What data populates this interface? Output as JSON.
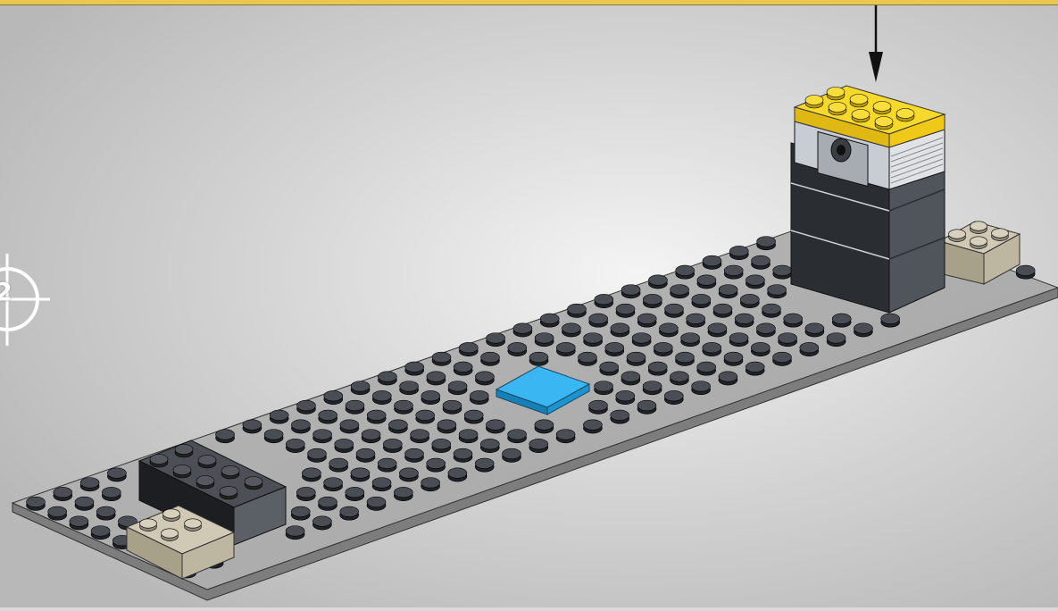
{
  "instruction_step": {
    "step_number": "2",
    "arrow_icon": "down-arrow-icon"
  },
  "colors": {
    "background": "#d9d9d9",
    "baseplate": "#a9a9a9",
    "stud": "#1f2226",
    "yellow_plate": "#f3d21c",
    "blue_tile": "#1ea4e8",
    "dark_bricks": "#3b3e44",
    "tan_bricks": "#b7b19d"
  },
  "parts": [
    {
      "name": "baseplate",
      "color": "gray"
    },
    {
      "name": "blue-tile",
      "color": "blue"
    },
    {
      "name": "yellow-plate",
      "color": "yellow"
    },
    {
      "name": "dark-brick-stack",
      "color": "dark-gray"
    },
    {
      "name": "tan-brick",
      "color": "tan"
    }
  ]
}
